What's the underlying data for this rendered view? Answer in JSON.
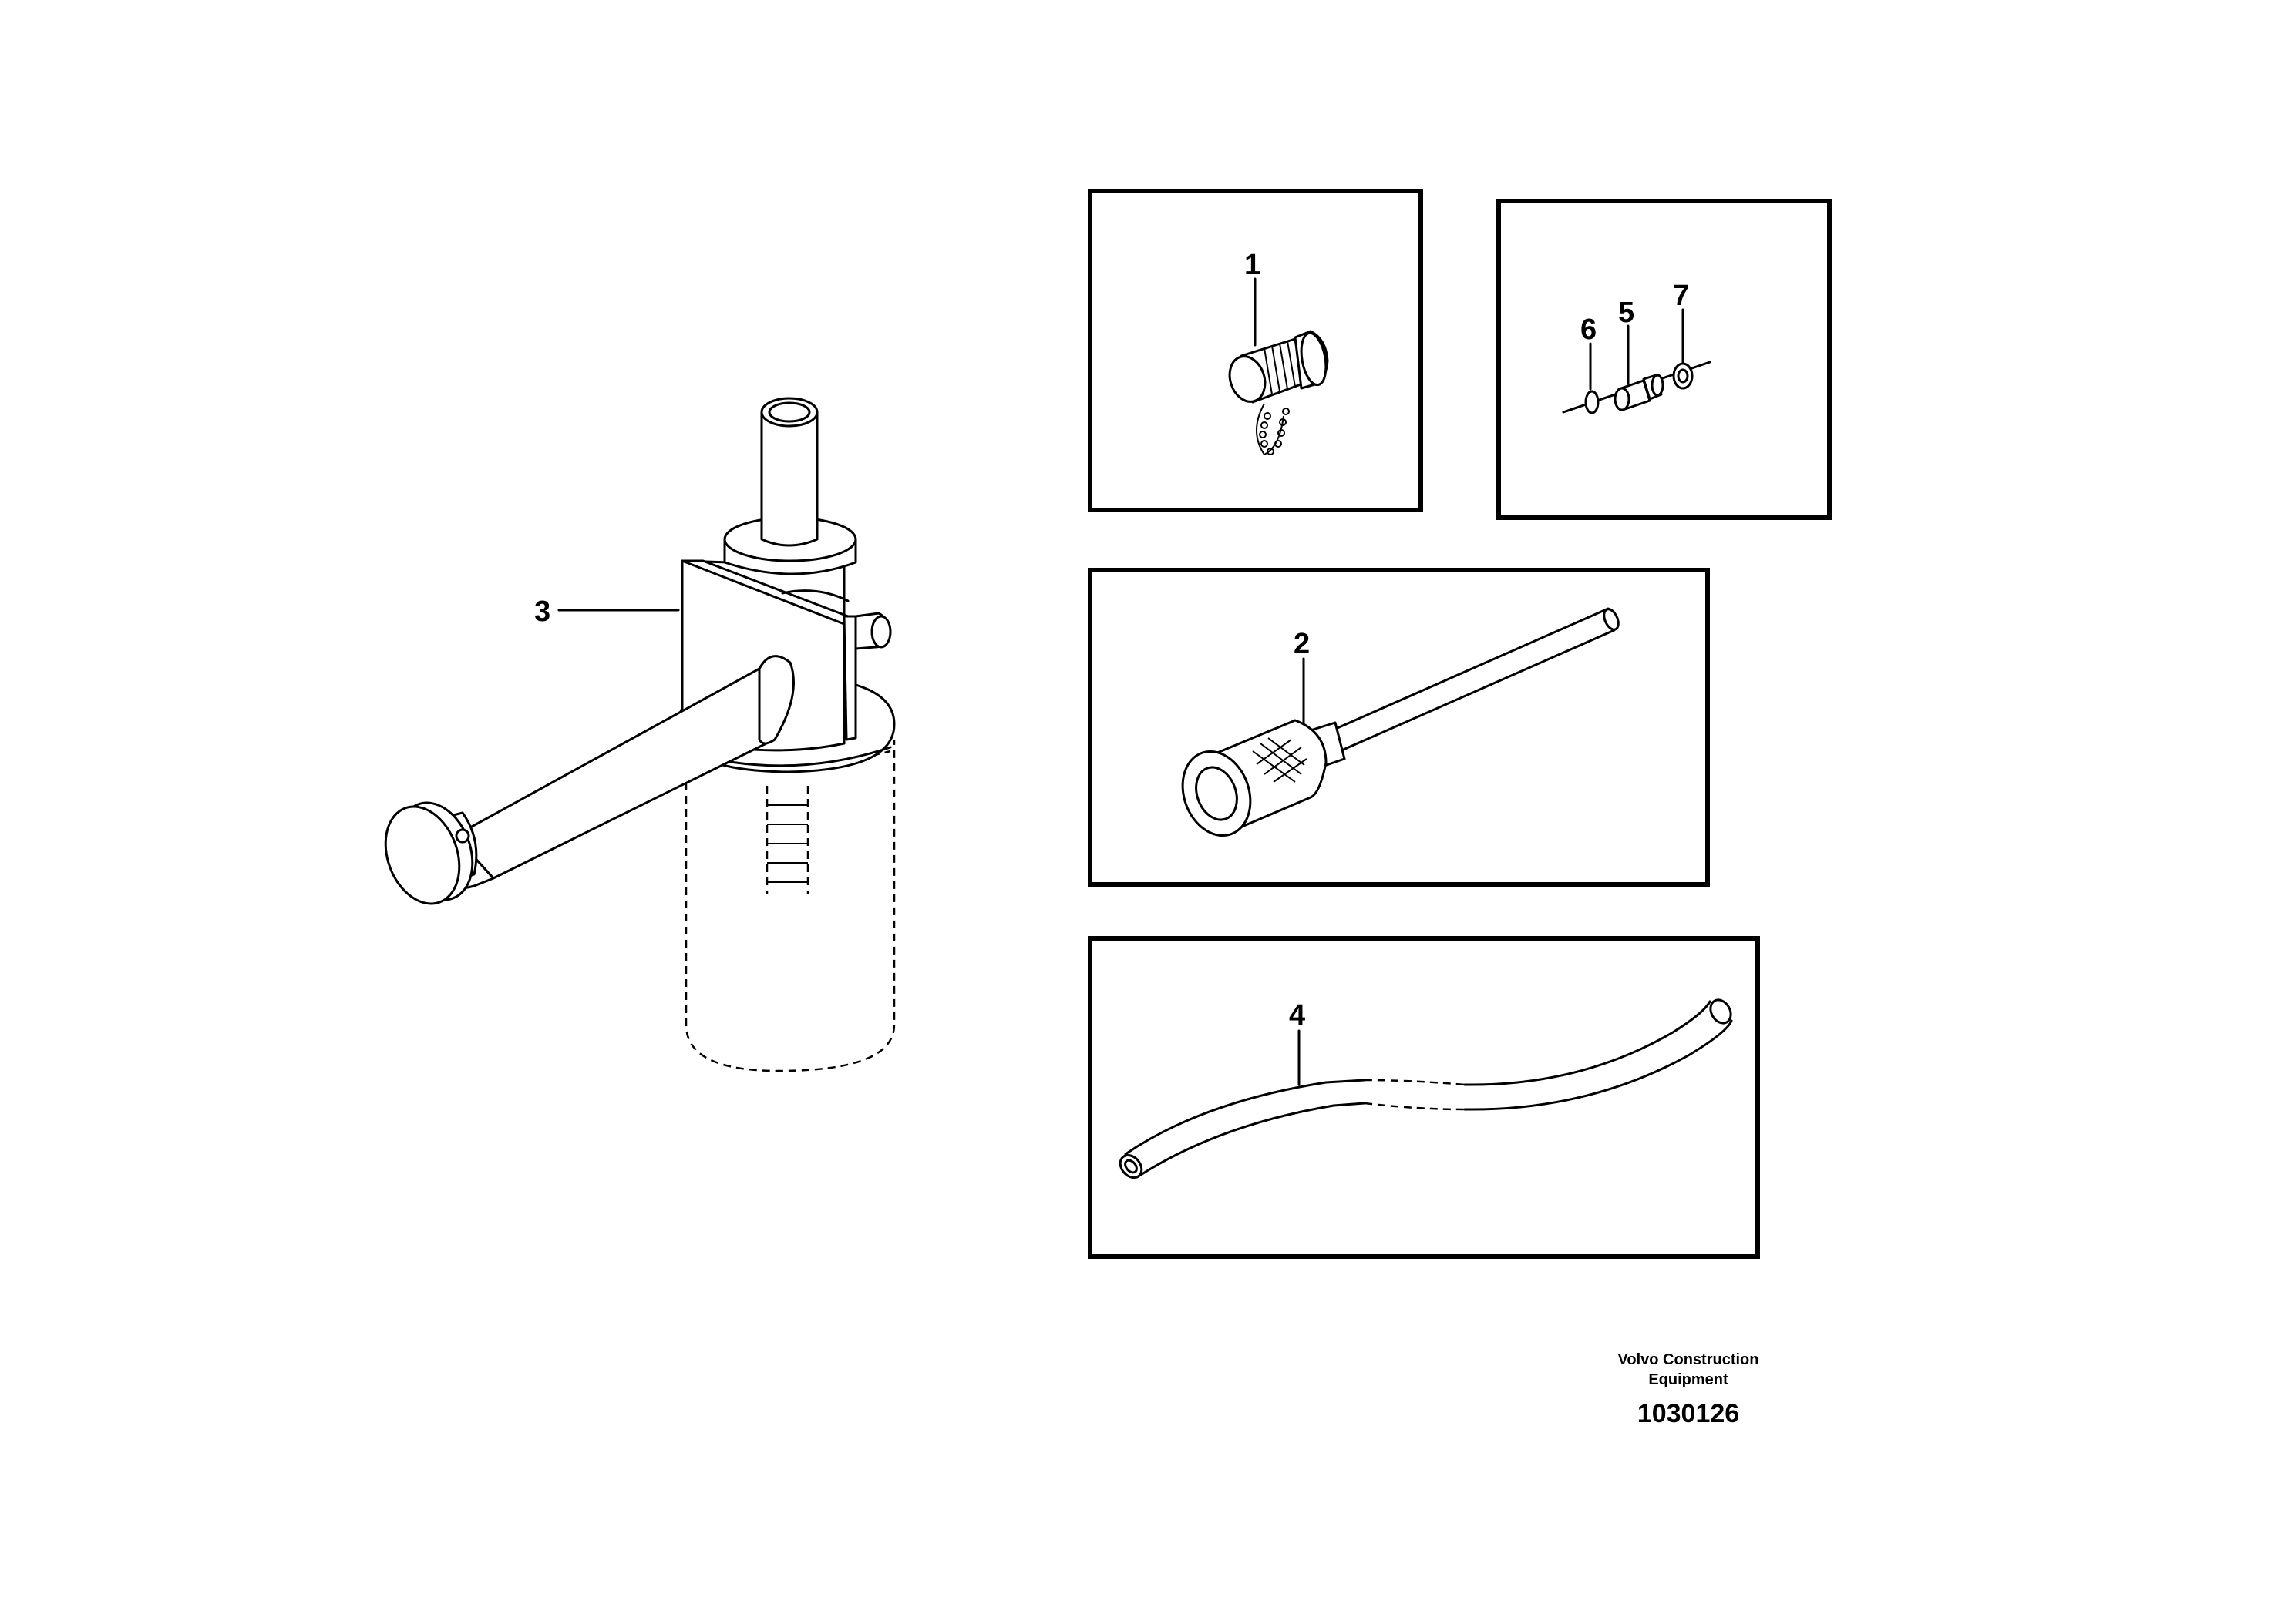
{
  "callouts": {
    "c1": "1",
    "c2": "2",
    "c3": "3",
    "c4": "4",
    "c5": "5",
    "c6": "6",
    "c7": "7"
  },
  "footer": {
    "manufacturer": "Volvo Construction Equipment",
    "illustration_number": "1030126"
  }
}
